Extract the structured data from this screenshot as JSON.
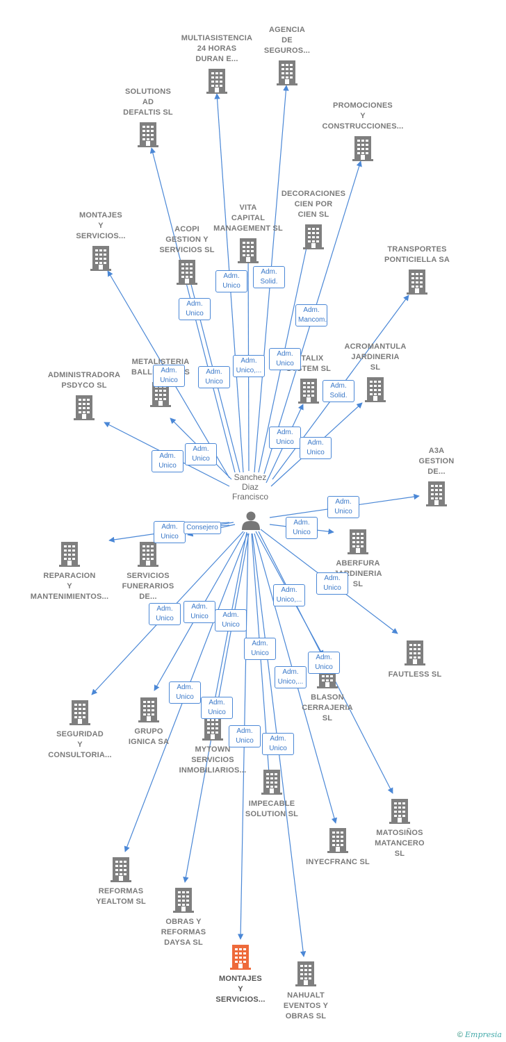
{
  "person": {
    "name": "Sanchez\nDiaz\nFrancisco"
  },
  "colors": {
    "edge": "#4a87d6",
    "building": "#7f7f7f",
    "highlight": "#ee6a3b"
  },
  "companies": [
    {
      "id": "multiasistencia",
      "label": "MULTIASISTENCIA\n24 HORAS\nDURAN E..."
    },
    {
      "id": "agencia",
      "label": "AGENCIA\nDE\nSEGUROS..."
    },
    {
      "id": "solutions",
      "label": "SOLUTIONS\nAD\nDEFALTIS  SL"
    },
    {
      "id": "promociones",
      "label": "PROMOCIONES\nY\nCONSTRUCCIONES..."
    },
    {
      "id": "decoraciones",
      "label": "DECORACIONES\nCIEN POR\nCIEN  SL"
    },
    {
      "id": "vita",
      "label": "VITA\nCAPITAL\nMANAGEMENT SL"
    },
    {
      "id": "montajes_top",
      "label": "MONTAJES\nY\nSERVICIOS..."
    },
    {
      "id": "acopi",
      "label": "ACOPI\nGESTION Y\nSERVICIOS  SL"
    },
    {
      "id": "transportes",
      "label": "TRANSPORTES\nPONTICIELLA SA"
    },
    {
      "id": "acromantula",
      "label": "ACROMANTULA\nJARDINERIA\nSL"
    },
    {
      "id": "metalisteria",
      "label": "METALISTERIA\nBALLESTEROS"
    },
    {
      "id": "administradora",
      "label": "ADMINISTRADORA\nPSDYCO  SL"
    },
    {
      "id": "vitalix",
      "label": "VITALIX\nSYSTEM  SL"
    },
    {
      "id": "a3a",
      "label": "A3A\nGESTION\nDE..."
    },
    {
      "id": "aberfura",
      "label": "ABERFURA\nJARDINERIA\nSL"
    },
    {
      "id": "reparacion",
      "label": "REPARACION\nY\nMANTENIMIENTOS..."
    },
    {
      "id": "funerarios",
      "label": "SERVICIOS\nFUNERARIOS\nDE..."
    },
    {
      "id": "fautless",
      "label": "FAUTLESS  SL"
    },
    {
      "id": "seguridad",
      "label": "SEGURIDAD\nY\nCONSULTORIA..."
    },
    {
      "id": "ignica",
      "label": "GRUPO\nIGNICA SA"
    },
    {
      "id": "mytown",
      "label": "MYTOWN\nSERVICIOS\nINMOBILIARIOS..."
    },
    {
      "id": "blason",
      "label": "BLASON\nCERRAJERIA\nSL"
    },
    {
      "id": "impecable",
      "label": "IMPECABLE\nSOLUTION  SL"
    },
    {
      "id": "matosinos",
      "label": "MATOSIÑOS\nMATANCERO\nSL"
    },
    {
      "id": "inyecfranc",
      "label": "INYECFRANC SL"
    },
    {
      "id": "yealtom",
      "label": "REFORMAS\nYEALTOM  SL"
    },
    {
      "id": "daysa",
      "label": "OBRAS Y\nREFORMAS\nDAYSA  SL"
    },
    {
      "id": "montajes_main",
      "label": "MONTAJES\nY\nSERVICIOS..."
    },
    {
      "id": "nahualt",
      "label": "NAHUALT\nEVENTOS Y\nOBRAS  SL"
    }
  ],
  "roles": [
    {
      "text": "Adm.\nUnico"
    },
    {
      "text": "Adm.\nSolid."
    },
    {
      "text": "Adm.\nUnico"
    },
    {
      "text": "Adm.\nMancom."
    },
    {
      "text": "Adm.\nUnico"
    },
    {
      "text": "Adm.\nUnico"
    },
    {
      "text": "Adm.\nUnico,..."
    },
    {
      "text": "Adm.\nUnico"
    },
    {
      "text": "Adm.\nSolid."
    },
    {
      "text": "Adm.\nUnico"
    },
    {
      "text": "Adm.\nUnico"
    },
    {
      "text": "Adm.\nUnico"
    },
    {
      "text": "Adm.\nUnico"
    },
    {
      "text": "Adm.\nUnico"
    },
    {
      "text": "Adm.\nUnico"
    },
    {
      "text": "Adm.\nUnico"
    },
    {
      "text": "Consejero"
    },
    {
      "text": "Adm.\nUnico"
    },
    {
      "text": "Adm.\nUnico"
    },
    {
      "text": "Adm.\nUnico"
    },
    {
      "text": "Adm.\nUnico,..."
    },
    {
      "text": "Adm.\nUnico"
    },
    {
      "text": "Adm.\nUnico"
    },
    {
      "text": "Adm.\nUnico,..."
    },
    {
      "text": "Adm.\nUnico"
    },
    {
      "text": "Adm.\nUnico"
    },
    {
      "text": "Adm.\nUnico"
    },
    {
      "text": "Adm.\nUnico"
    },
    {
      "text": "Adm.\nUnico"
    }
  ],
  "footer": {
    "copyright": "©",
    "brand": "Empresia"
  }
}
